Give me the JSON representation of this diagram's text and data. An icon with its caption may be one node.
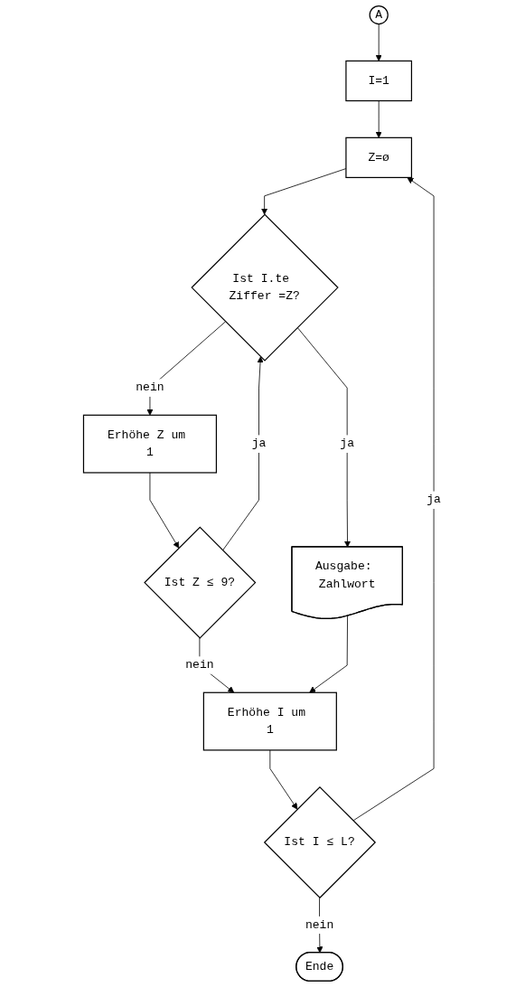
{
  "diagram": {
    "nodes": [
      {
        "text": [
          "A"
        ]
      },
      {
        "text": [
          "I=1"
        ]
      },
      {
        "text": [
          "Z=ø"
        ]
      },
      {
        "text": [
          "Ist I.te Ziffer =Z?"
        ]
      },
      {
        "text": [
          "Ausgabe: Zahlwort"
        ]
      },
      {
        "text": [
          "Erhöhe Z um 1"
        ]
      },
      {
        "text": [
          "Ist Z ≤ 9?"
        ]
      },
      {
        "text": [
          "Erhöhe I um 1"
        ]
      },
      {
        "text": [
          "Ist I ≤ L?"
        ]
      },
      {
        "text": [
          "Ende"
        ]
      }
    ],
    "edges": [
      {
        "from": 0,
        "to": 1,
        "arrow": "to"
      },
      {
        "from": 1,
        "to": 2,
        "arrow": "to"
      },
      {
        "from": 2,
        "to": 3,
        "arrow": "to"
      },
      {
        "from": 3,
        "to": 4,
        "arrow": "to",
        "label": "ja"
      },
      {
        "from": 3,
        "to": 5,
        "arrow": "to",
        "label": "nein"
      },
      {
        "from": 5,
        "to": 6,
        "arrow": "to"
      },
      {
        "from": 6,
        "to": 3,
        "arrow": "to",
        "label": "ja"
      },
      {
        "from": 6,
        "to": 7,
        "arrow": "to",
        "label": "nein"
      },
      {
        "from": 4,
        "to": 7,
        "arrow": "to"
      },
      {
        "from": 7,
        "to": 8,
        "arrow": "to"
      },
      {
        "from": 8,
        "to": 2,
        "arrow": "to",
        "label": "ja"
      },
      {
        "from": 8,
        "to": 9,
        "arrow": "to",
        "label": "nein"
      }
    ]
  }
}
